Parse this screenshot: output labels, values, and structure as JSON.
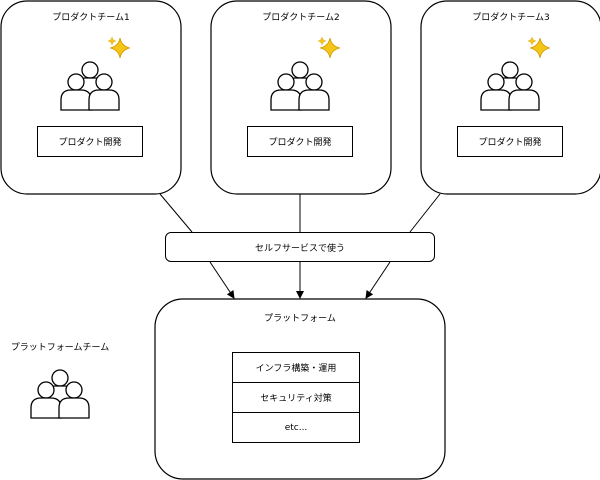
{
  "teams": [
    {
      "title": "プロダクトチーム1",
      "task": "プロダクト開発",
      "badge": "sparkle-icon"
    },
    {
      "title": "プロダクトチーム2",
      "task": "プロダクト開発",
      "badge": "sparkle-icon"
    },
    {
      "title": "プロダクトチーム3",
      "task": "プロダクト開発",
      "badge": "sparkle-icon"
    }
  ],
  "connector": {
    "label": "セルフサービスで使う"
  },
  "platform": {
    "title": "プラットフォーム",
    "items": [
      "インフラ構築・運用",
      "セキュリティ対策",
      "etc..."
    ]
  },
  "platform_team": {
    "title": "プラットフォームチーム",
    "icon": "people-icon"
  },
  "colors": {
    "stroke": "#000000",
    "background": "#ffffff",
    "sparkle": "#f5c518"
  }
}
